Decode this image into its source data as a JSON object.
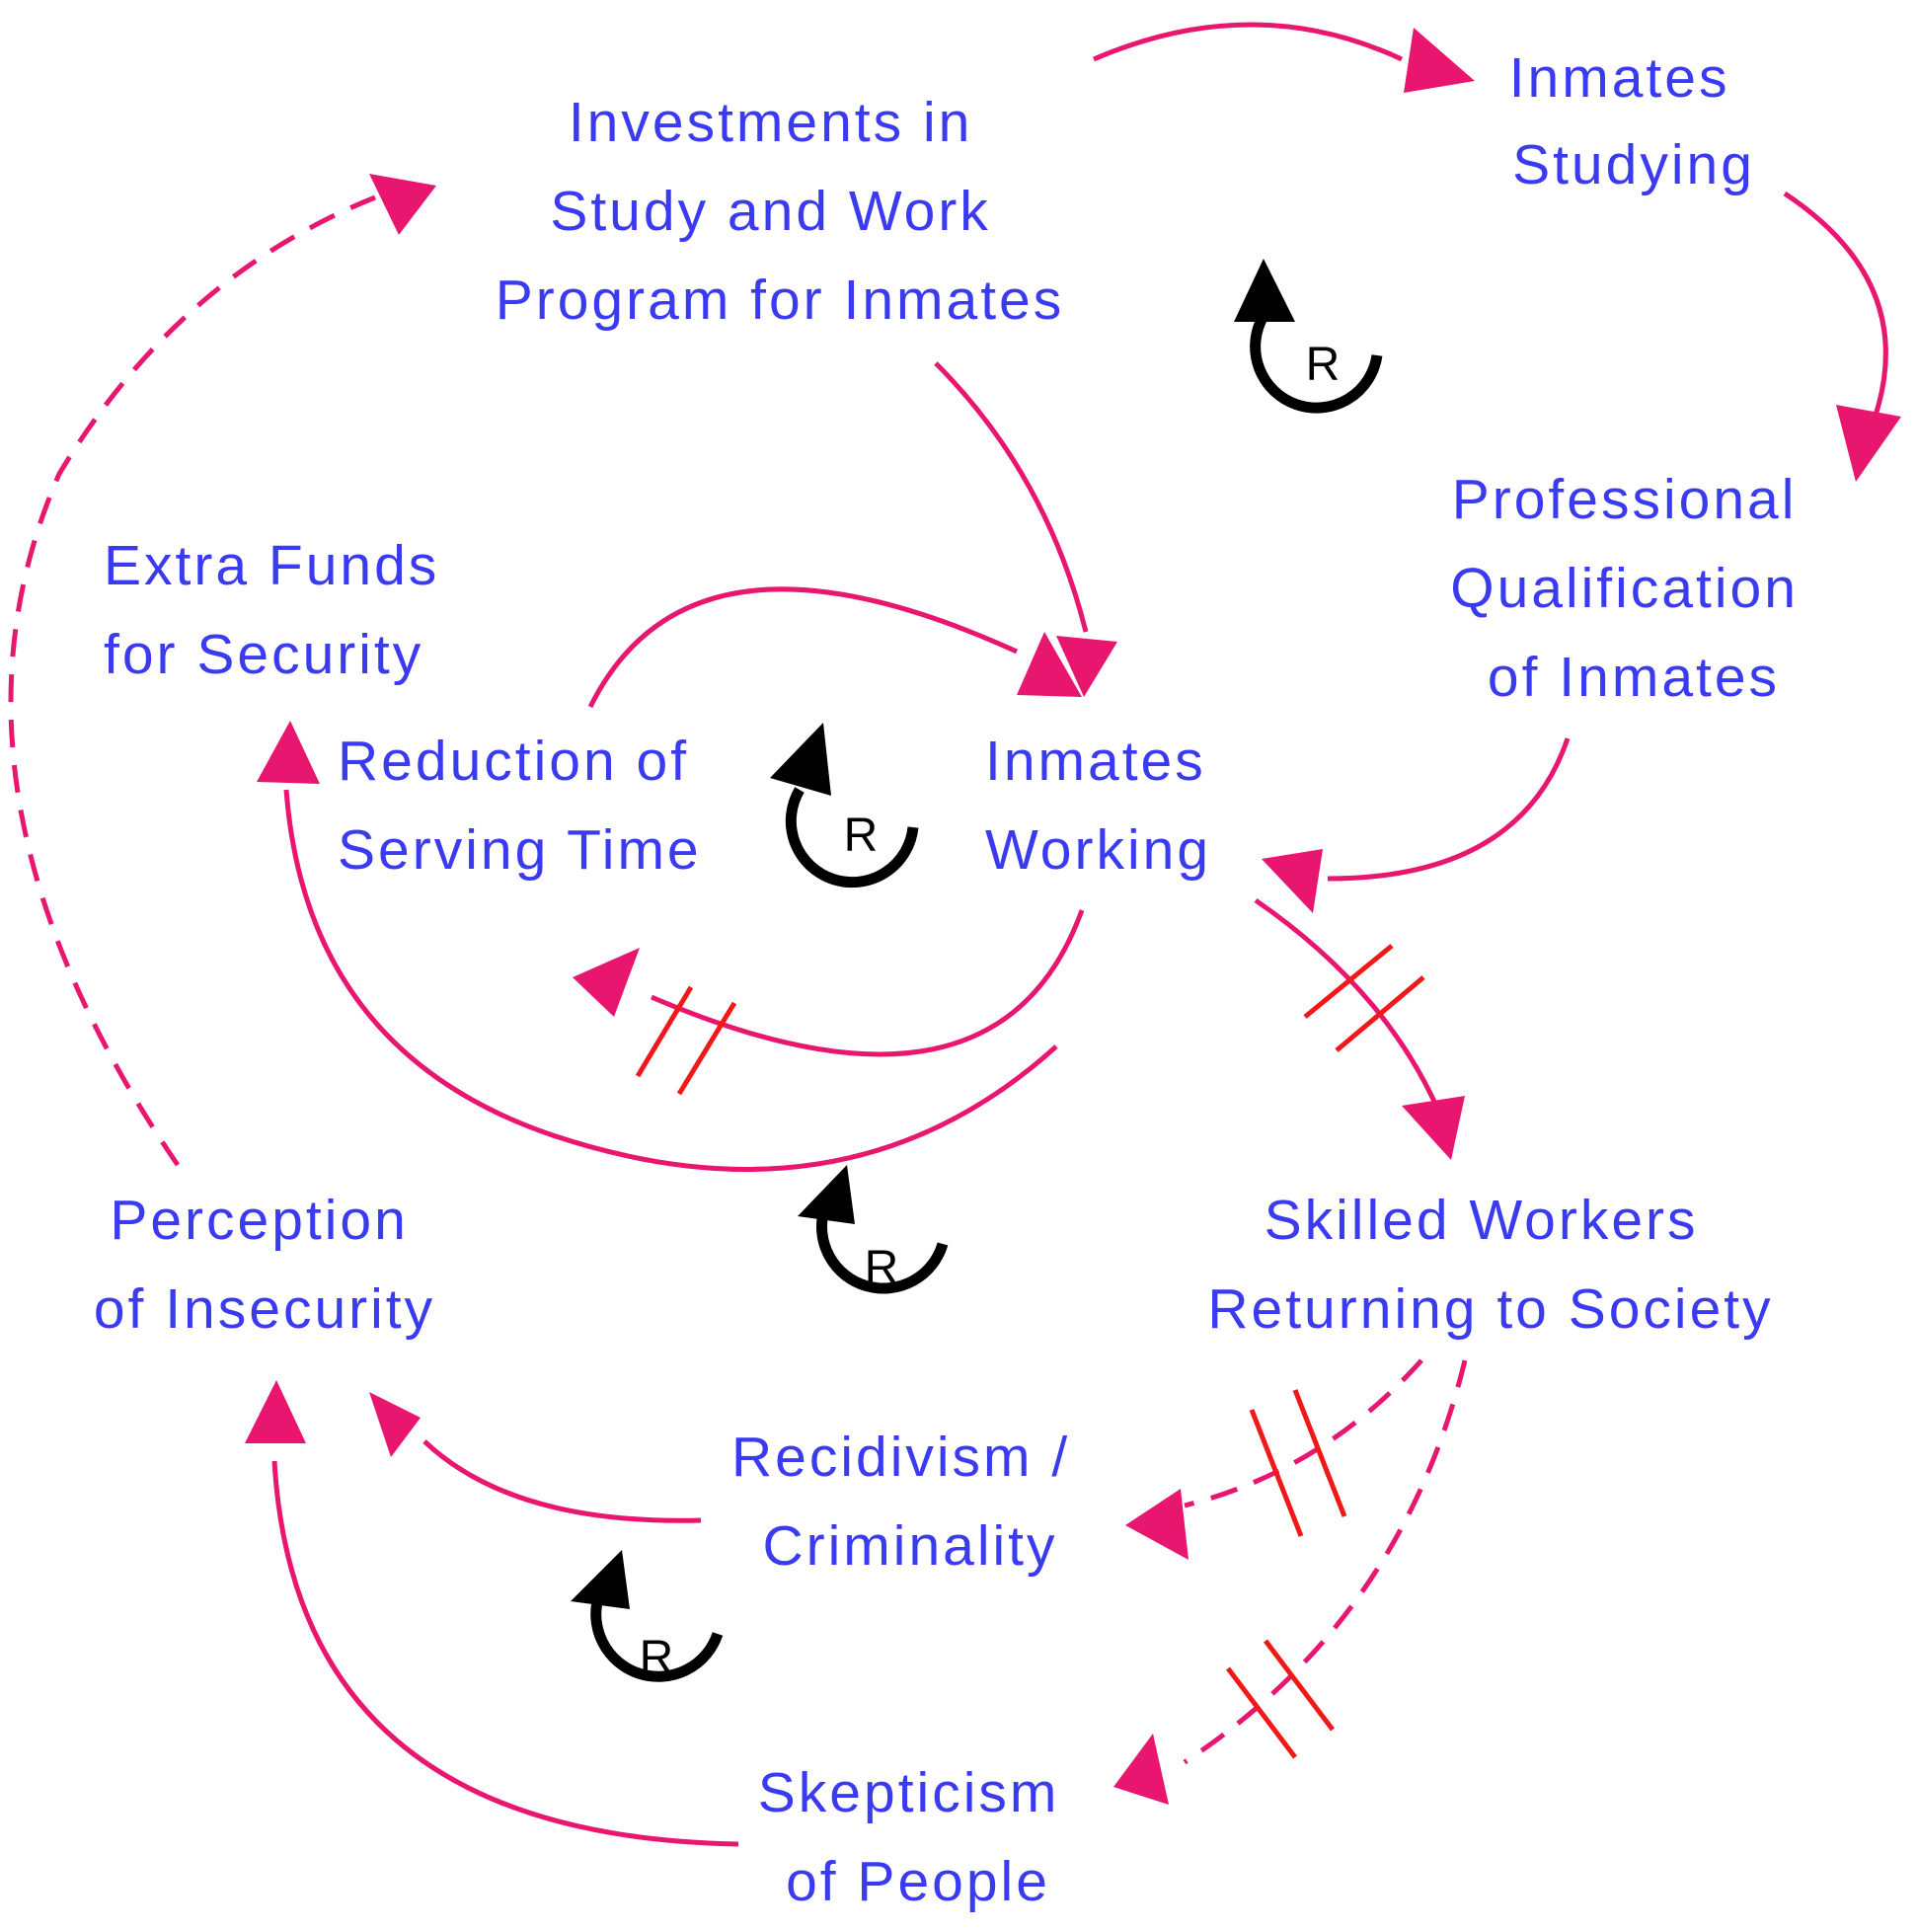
{
  "nodes": {
    "investments": [
      "Investments in",
      "Study and Work",
      "Program for Inmates"
    ],
    "studying": [
      "Inmates",
      "Studying"
    ],
    "qualification": [
      "Professional",
      "Qualification",
      "of Inmates"
    ],
    "extra_funds": [
      "Extra Funds",
      "for Security"
    ],
    "reduction": [
      "Reduction of",
      "Serving Time"
    ],
    "working": [
      "Inmates",
      "Working"
    ],
    "skilled": [
      "Skilled Workers",
      "Returning to Society"
    ],
    "perception": [
      "Perception",
      "of Insecurity"
    ],
    "recidivism": [
      "Recidivism /",
      "Criminality"
    ],
    "skepticism": [
      "Skepticism",
      "of People"
    ]
  },
  "loops": [
    {
      "id": "loop-study",
      "label": "R"
    },
    {
      "id": "loop-serving",
      "label": "R"
    },
    {
      "id": "loop-funds",
      "label": "R"
    },
    {
      "id": "loop-insecurity",
      "label": "R"
    }
  ],
  "links": [
    {
      "from": "investments",
      "to": "studying",
      "style": "solid",
      "delay": false
    },
    {
      "from": "studying",
      "to": "qualification",
      "style": "solid",
      "delay": false
    },
    {
      "from": "qualification",
      "to": "working",
      "style": "solid",
      "delay": false
    },
    {
      "from": "investments",
      "to": "working",
      "style": "solid",
      "delay": false
    },
    {
      "from": "reduction",
      "to": "working",
      "style": "solid",
      "delay": false
    },
    {
      "from": "working",
      "to": "reduction",
      "style": "solid",
      "delay": true
    },
    {
      "from": "working",
      "to": "extra_funds",
      "style": "solid",
      "delay": false
    },
    {
      "from": "working",
      "to": "skilled",
      "style": "solid",
      "delay": true
    },
    {
      "from": "skilled",
      "to": "recidivism",
      "style": "dashed",
      "delay": true
    },
    {
      "from": "skilled",
      "to": "skepticism",
      "style": "dashed",
      "delay": true
    },
    {
      "from": "recidivism",
      "to": "perception",
      "style": "solid",
      "delay": false
    },
    {
      "from": "skepticism",
      "to": "perception",
      "style": "solid",
      "delay": false
    },
    {
      "from": "perception",
      "to": "investments",
      "style": "dashed",
      "delay": false
    }
  ],
  "colors": {
    "node_text": "#3a3af0",
    "link": "#e8166f",
    "delay_mark": "#f01818",
    "loop": "#000000"
  }
}
